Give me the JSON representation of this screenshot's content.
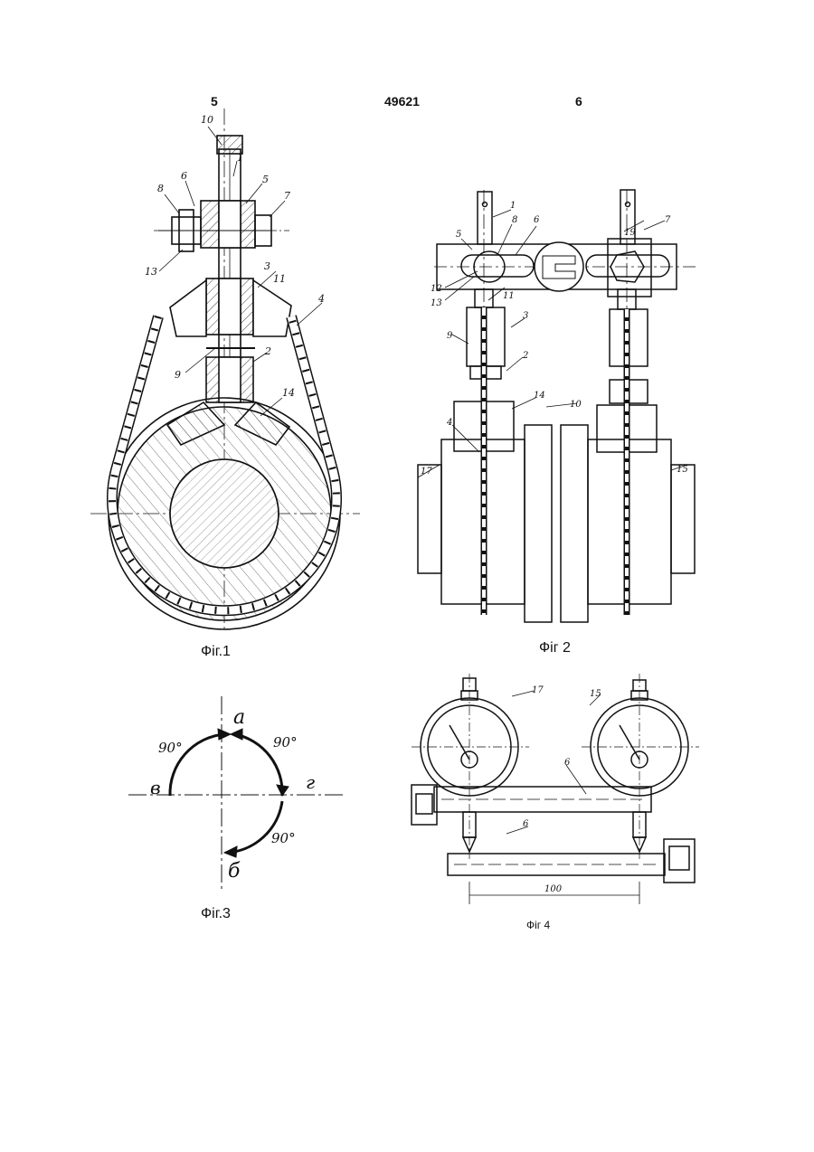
{
  "header": {
    "left_page": "5",
    "patent_number": "49621",
    "right_page": "6"
  },
  "figures": {
    "fig1": {
      "caption": "Фіг.1",
      "labels": [
        "10",
        "1",
        "6",
        "5",
        "8",
        "7",
        "13",
        "3",
        "11",
        "4",
        "9",
        "2",
        "14"
      ]
    },
    "fig2": {
      "caption": "Фіг 2",
      "labels": [
        "1",
        "5",
        "8",
        "6",
        "12",
        "13",
        "11",
        "19",
        "7",
        "3",
        "9",
        "2",
        "14",
        "10",
        "4",
        "17",
        "15"
      ]
    },
    "fig3": {
      "caption": "Фіг.3",
      "positions": {
        "top": "а",
        "right": "г",
        "bottom": "б",
        "left": "в"
      },
      "angles": [
        "90°",
        "90°",
        "90°"
      ]
    },
    "fig4": {
      "caption": "Фіг 4",
      "labels": [
        "17",
        "15",
        "6",
        "6"
      ],
      "dimension": "100"
    }
  }
}
